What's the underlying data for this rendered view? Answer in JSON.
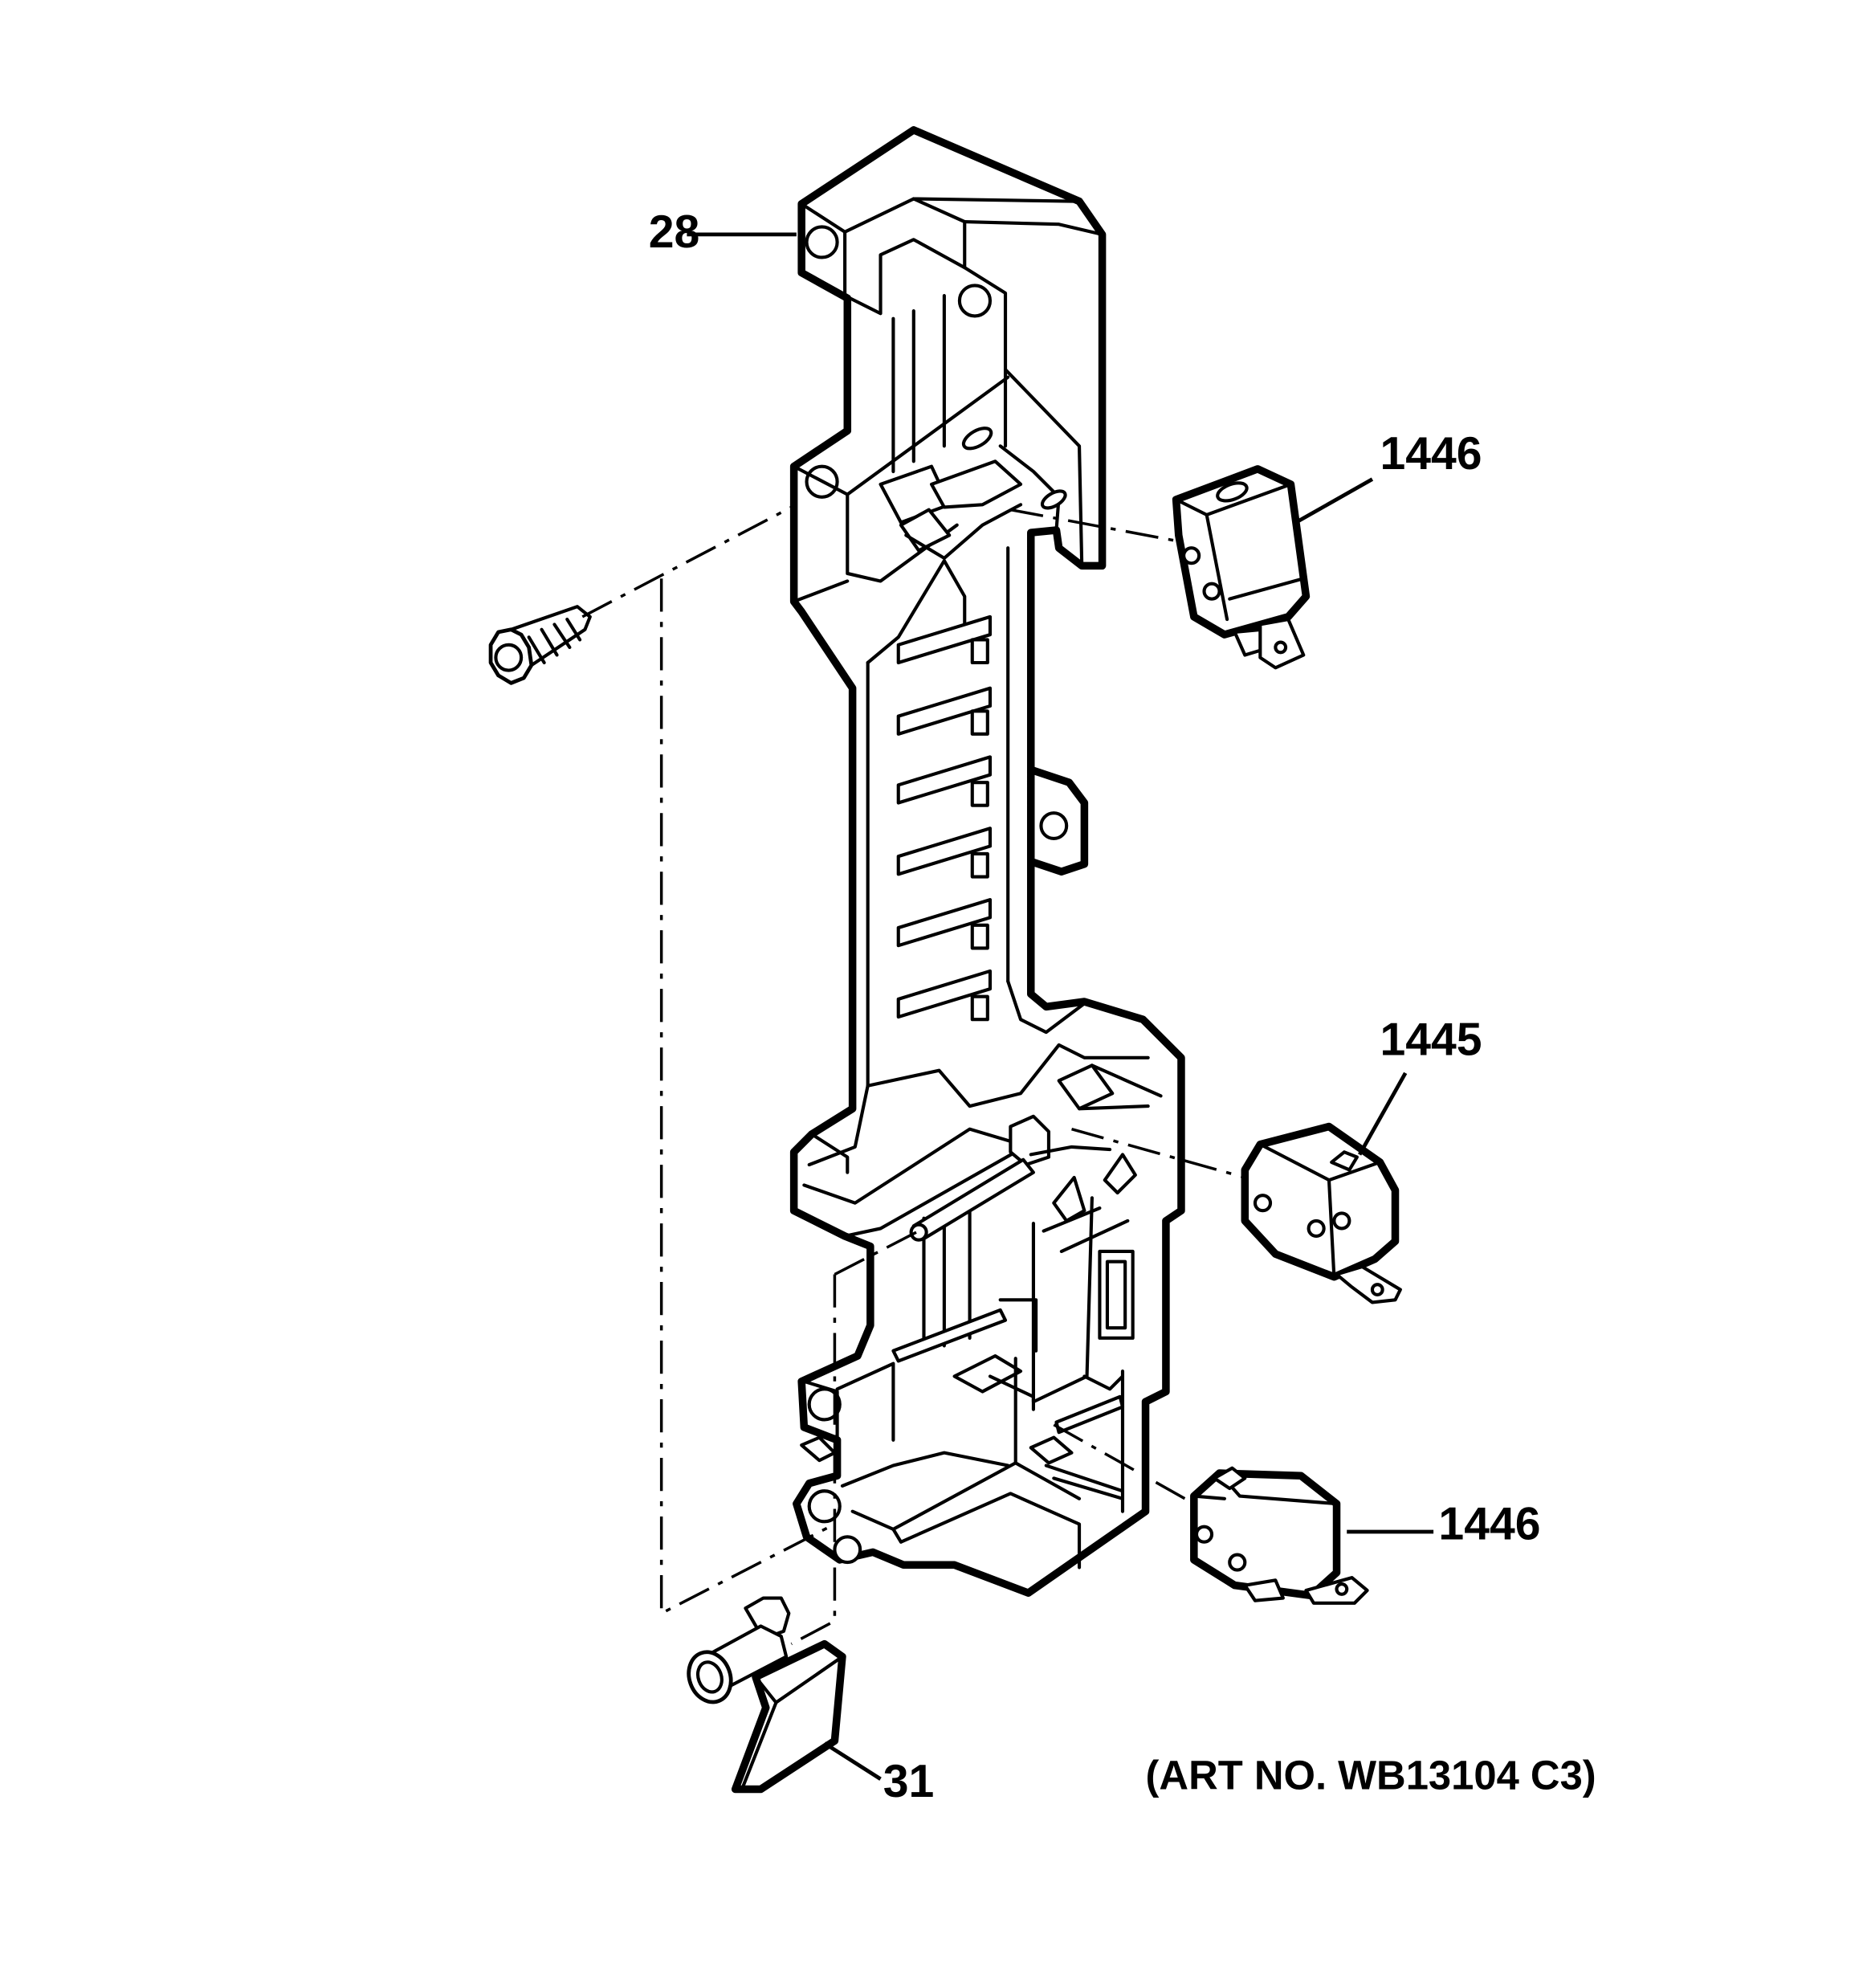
{
  "callouts": [
    {
      "id": "housing",
      "label": "28"
    },
    {
      "id": "switch_top",
      "label": "1446"
    },
    {
      "id": "switch_mid",
      "label": "1445"
    },
    {
      "id": "switch_bottom",
      "label": "1446"
    },
    {
      "id": "lever",
      "label": "31"
    }
  ],
  "art_number": "(ART NO. WB13104 C3)"
}
